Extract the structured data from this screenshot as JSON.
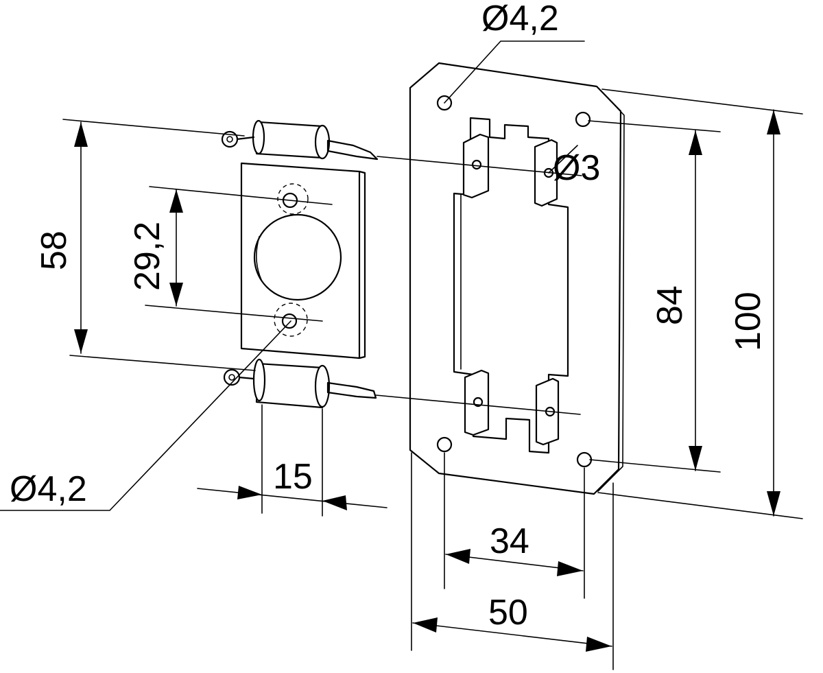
{
  "dimensions": {
    "hole_top_right": "Ø4,2",
    "hole_left": "Ø4,2",
    "pin_hole": "Ø3",
    "height_58": "58",
    "height_29_2": "29,2",
    "width_15": "15",
    "height_84": "84",
    "height_100": "100",
    "width_34": "34",
    "width_50": "50"
  }
}
